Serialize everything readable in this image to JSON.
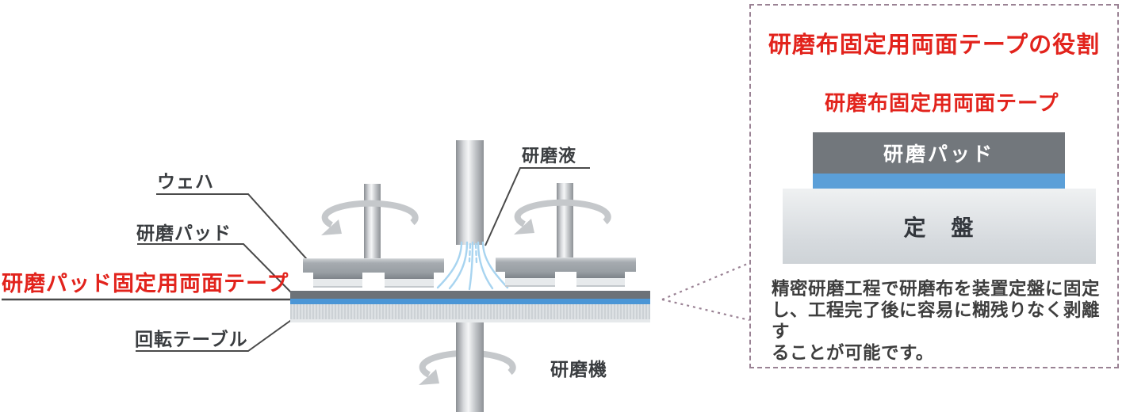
{
  "diagram": {
    "labels": {
      "wafer": "ウェハ",
      "pad": "研磨パッド",
      "pad_tape": "研磨パッド固定用両面テープ",
      "turn_table": "回転テーブル",
      "slurry": "研磨液",
      "machine": "研磨機"
    },
    "colors": {
      "accent_red": "#e2231c",
      "tape_blue": "#4b96d6",
      "pad_gray": "#6c7278",
      "table_gray": "#d7dbdf",
      "rotation_arrow_gray": "#c5c8cb",
      "slurry_blue": "#a8d4f0",
      "dashed_connector": "#9a8294"
    }
  },
  "info_box": {
    "title": "研磨布固定用両面テープの役割",
    "tape_label": "研磨布固定用両面テープ",
    "pad_block_label": "研磨パッド",
    "platen_block_label": "定　盤",
    "body_lines": {
      "0": "精密研磨工程で研磨布を装置定盤に固定",
      "1": "し、工程完了後に容易に糊残りなく剥離す",
      "2": "ることが可能です。"
    }
  }
}
